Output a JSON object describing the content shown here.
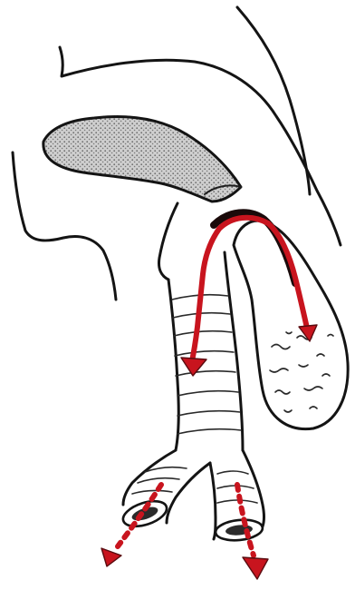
{
  "illustration": {
    "colors": {
      "ink": "#141414",
      "shading": "#9a9a9a",
      "flow_arrows": "#c8141e",
      "background": "#ffffff"
    },
    "parts": [
      "head-outline",
      "shaded-mass",
      "trachea",
      "left-bronchus",
      "right-bronchus",
      "hanging-sac",
      "flow-arrows"
    ]
  }
}
